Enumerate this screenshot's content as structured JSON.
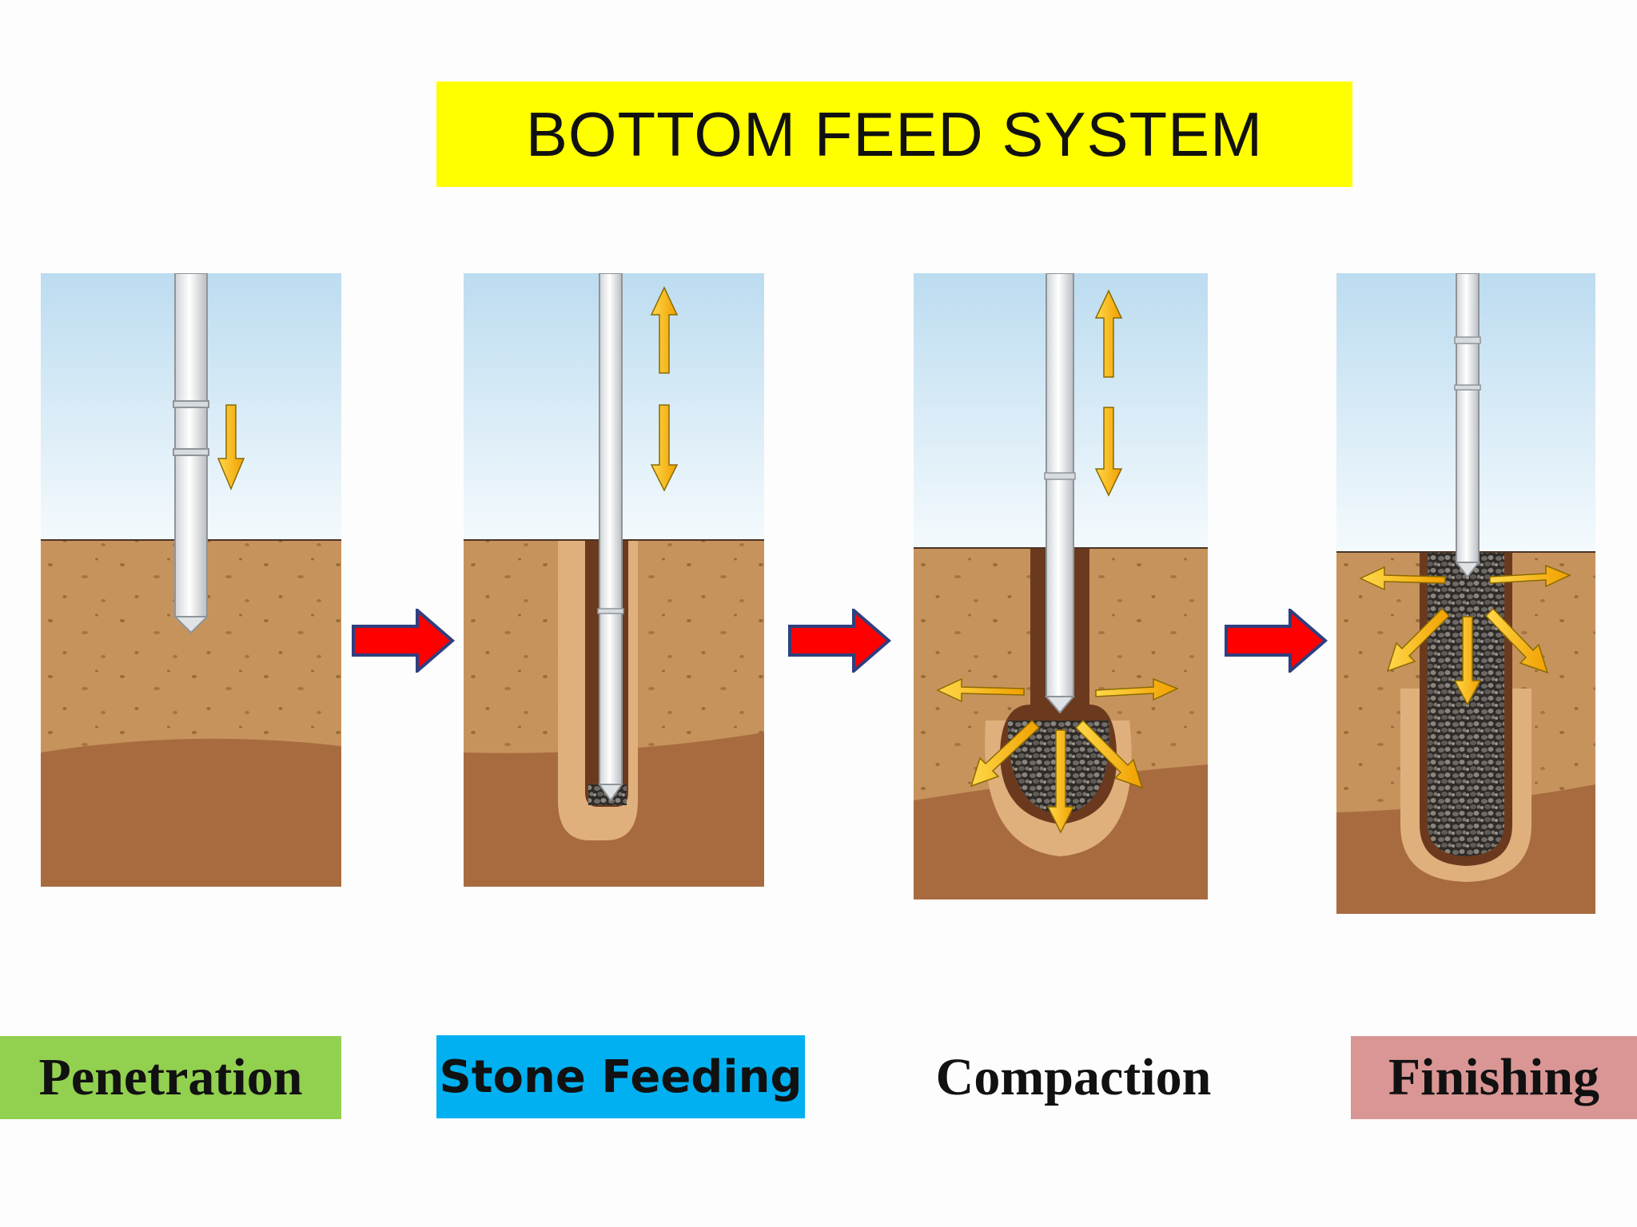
{
  "title": "BOTTOM FEED SYSTEM",
  "steps": [
    {
      "label": "Penetration",
      "color": "#92d050"
    },
    {
      "label": "Stone Feeding",
      "color": "#00b0f0"
    },
    {
      "label": "Compaction",
      "color": "#ffffff"
    },
    {
      "label": "Finishing",
      "color": "#d99694"
    }
  ],
  "colors": {
    "sky_top": "#bcdcf0",
    "sky_bottom": "#f4fafd",
    "soil_upper": "#c7935c",
    "soil_lower": "#a86b3f",
    "hole": "#6b3a1e",
    "gravel": "#3d3a36",
    "motion_arrow": "#f5b800",
    "flow_arrow": "#ff0000"
  },
  "icons": [
    "probe-tool",
    "down-arrow",
    "up-down-arrows",
    "expansion-arrows",
    "red-right-arrow"
  ]
}
